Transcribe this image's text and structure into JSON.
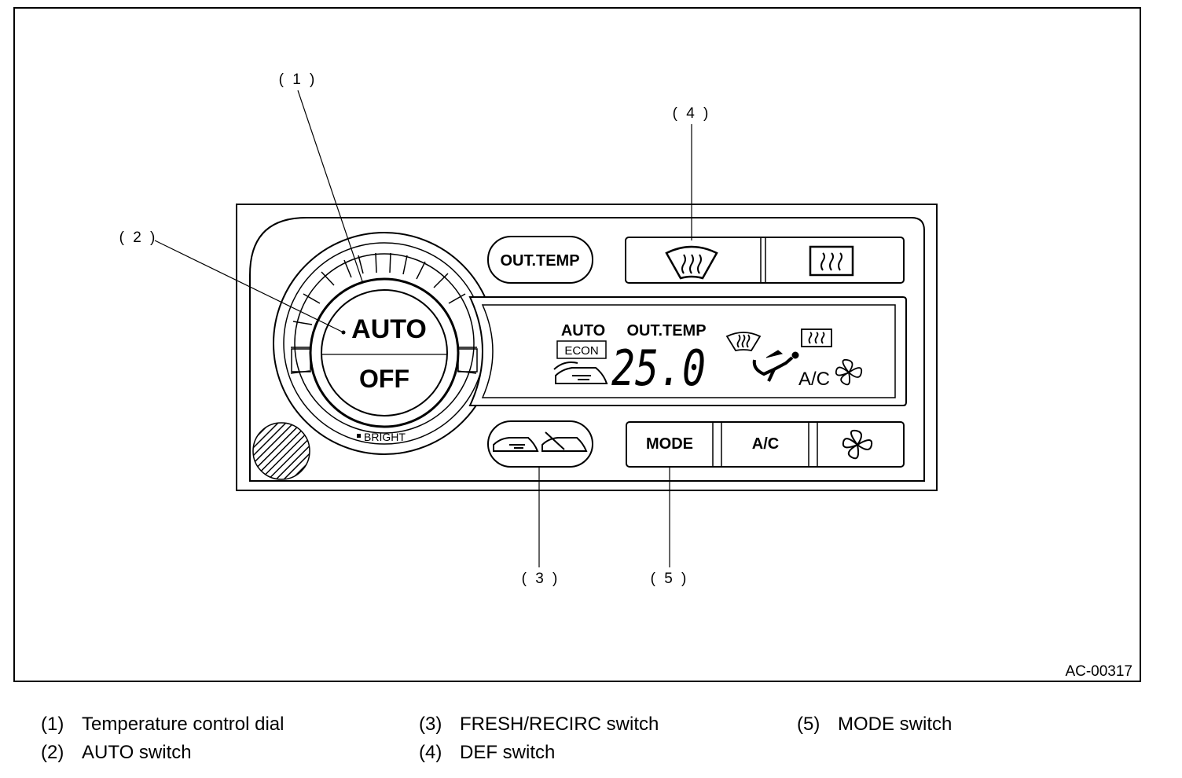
{
  "callouts": {
    "c1": "( 1 )",
    "c2": "( 2 )",
    "c3": "( 3 )",
    "c4": "( 4 )",
    "c5": "( 5 )"
  },
  "panel": {
    "dial_auto": "AUTO",
    "dial_off": "OFF",
    "bright": "BRIGHT",
    "out_temp_button": "OUT.TEMP",
    "mode_button": "MODE",
    "ac_button": "A/C",
    "display": {
      "auto": "AUTO",
      "econ": "ECON",
      "out_temp": "OUT.TEMP",
      "temperature": "25.0",
      "ac": "A/C"
    },
    "icons": {
      "front_def": "front-defroster-icon",
      "rear_def": "rear-defroster-icon",
      "recirc": "fresh-recirc-icon",
      "fan": "fan-icon",
      "mode": "airflow-mode-icon"
    }
  },
  "figure_code": "AC-00317",
  "legend": [
    {
      "num": "(1)",
      "label": "Temperature control dial"
    },
    {
      "num": "(2)",
      "label": "AUTO switch"
    },
    {
      "num": "(3)",
      "label": "FRESH/RECIRC switch"
    },
    {
      "num": "(4)",
      "label": "DEF switch"
    },
    {
      "num": "(5)",
      "label": "MODE switch"
    }
  ]
}
